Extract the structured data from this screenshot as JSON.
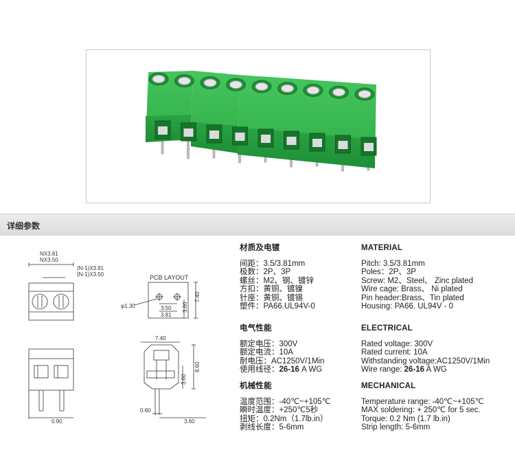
{
  "section": {
    "title": "详细参数"
  },
  "drawing_labels": {
    "top": {
      "nx381": "NX3.81",
      "nx350": "NX3.50",
      "n1_381": "(N-1)X3.81",
      "n1_350": "(N-1)X3.50"
    },
    "pcb": {
      "title": "PCB LAYOUT",
      "hole": "φ1.30",
      "d350": "3.50",
      "d381": "3.81",
      "h740": "7.40",
      "h360": "3.60"
    },
    "front": {
      "d090": "0.90"
    },
    "side": {
      "d740": "7.40",
      "h860": "8.60",
      "h360": "3.60",
      "d060": "0.60",
      "d360": "3.60"
    }
  },
  "specs_cn": {
    "material": {
      "heading": "材质及电镀",
      "lines": [
        "间距：3.5/3.81mm",
        "极数：2P、3P",
        "螺丝：M2、钢、镀锌",
        "方扣：黄铜、镀镍",
        "针座：黄铜、镀锡",
        "塑件：PA66.UL94V-0"
      ]
    },
    "electrical": {
      "heading": "电气性能",
      "lines": [
        "额定电压：300V",
        "额定电流：10A",
        "耐电压：AC1250V/1Min"
      ],
      "wire_prefix": "使用线径：",
      "wire_bold": "26-16",
      "wire_suffix": " A WG"
    },
    "mechanical": {
      "heading": "机械性能",
      "lines": [
        "温度范围：-40℃~+105℃",
        "瞬时温度：+250℃5秒",
        "扭矩：0.2Nm（1.7lb.in）",
        "剥线长度：5-6mm"
      ]
    }
  },
  "specs_en": {
    "material": {
      "heading": "MATERIAL",
      "lines": [
        "Pitch: 3.5/3.81mm",
        "Poles：2P、3P",
        "Screw: M2、Steel、 Zinc plated",
        "Wire cage: Brass、 Ni plated",
        "Pin header:Brass、Tin plated",
        "Housing: PA66. UL94V - 0"
      ]
    },
    "electrical": {
      "heading": "ELECTRICAL",
      "lines": [
        "Rated voltage: 300V",
        "Rated current: 10A",
        "Withstanding voltage:AC1250V/1Min"
      ],
      "wire_prefix": "Wire range: ",
      "wire_bold": "26-16",
      "wire_suffix": " A WG"
    },
    "mechanical": {
      "heading": "MECHANICAL",
      "lines": [
        "Temperature range: -40℃~+105℃",
        "MAX soldering: + 250℃ for 5 sec.",
        "Torque: 0.2 Nm (1.7 lb.in)",
        "Strip length: 5-6mm"
      ]
    }
  },
  "colors": {
    "housing": "#2fb04a",
    "housing_dark": "#1c8a33",
    "pin": "#c8c8c8",
    "line": "#333333"
  }
}
